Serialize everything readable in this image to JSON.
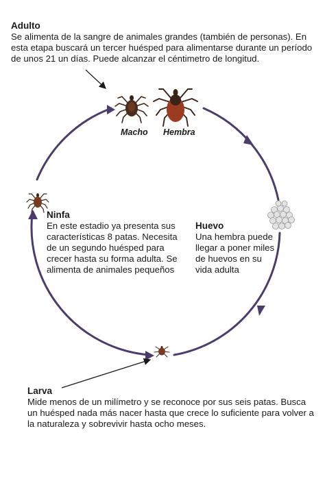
{
  "adult": {
    "title": "Adulto",
    "body": "Se alimenta de la sangre de animales grandes (también de personas). En esta etapa buscará un tercer huésped para alimentarse durante un período de unos 21 un días. Puede alcanzar el céntimetro de longitud."
  },
  "labels": {
    "macho": "Macho",
    "hembra": "Hembra"
  },
  "ninfa": {
    "title": "Ninfa",
    "body": "En este estadio ya presenta sus características 8 patas. Necesita de un segundo huésped para crecer hasta su forma adulta. Se alimenta de animales pequeños"
  },
  "huevo": {
    "title": "Huevo",
    "body": "Una hembra puede llegar a poner miles de huevos en su vida adulta"
  },
  "larva": {
    "title": "Larva",
    "body": "Mide menos de un milímetro y se reconoce por sus seis patas. Busca un huésped nada más nacer hasta que crece lo suficiente para volver a la naturaleza y sobrevivir hasta ocho meses."
  },
  "colors": {
    "cycle": "#4a3d6b",
    "tick_dark": "#3b2417",
    "tick_body": "#8b3a22",
    "egg": "#d9d9d9"
  }
}
